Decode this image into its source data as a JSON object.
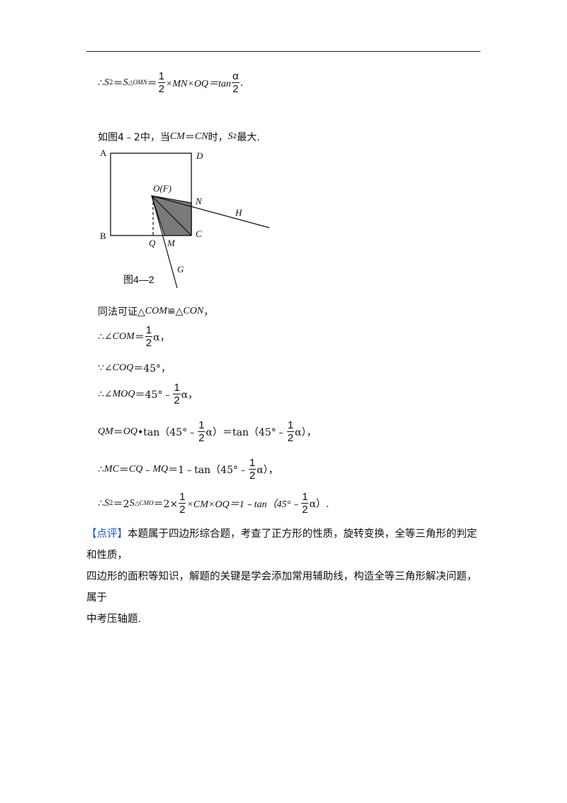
{
  "lines": {
    "l1": {
      "prefix": "∴",
      "s2": "S",
      "s2sub": "2",
      "eq1": "＝",
      "s": "S",
      "ssub": "△OMN",
      "eq2": "＝",
      "f1num": "1",
      "f1den": "2",
      "mid": "×MN×OQ＝tan",
      "f2num": "α",
      "f2den": "2",
      "end": "."
    },
    "l2": {
      "text1": "如图4﹣2中，当",
      "cm": "CM",
      "eq": "＝",
      "cn": "CN",
      "text2": "时，",
      "s2": "S",
      "s2sub": "2",
      "text3": "最大."
    },
    "l3": {
      "text1": "同法可证△",
      "com": "COM",
      "cong": "≌△",
      "con": "CON",
      "end": "，"
    },
    "l4": {
      "pre": "∴∠",
      "com": "COM",
      "eq": "＝",
      "fnum": "1",
      "fden": "2",
      "end": "α，"
    },
    "l5": {
      "pre": "∵∠",
      "coq": "COQ",
      "end": "＝45°，"
    },
    "l6": {
      "pre": "∴∠",
      "moq": "MOQ",
      "mid": "＝45°﹣",
      "fnum": "1",
      "fden": "2",
      "end": "α，"
    },
    "l7": {
      "qm": "QM",
      "eq": "＝",
      "oq": "OQ",
      "mid1": "•tan（45°﹣",
      "f1num": "1",
      "f1den": "2",
      "mid2": "α）＝tan（45°﹣",
      "f2num": "1",
      "f2den": "2",
      "end": "α），"
    },
    "l8": {
      "pre": "∴",
      "mc": "MC",
      "eq1": "＝",
      "cq": "CQ",
      "minus": "﹣",
      "mq": "MQ",
      "mid": "＝1﹣tan（45°﹣",
      "fnum": "1",
      "fden": "2",
      "end": "α），"
    },
    "l9": {
      "pre": "∴",
      "s2": "S",
      "s2sub": "2",
      "mid1": "＝2",
      "s": "S",
      "ssub": "△CMO",
      "mid2": "＝2×",
      "f1num": "1",
      "f1den": "2",
      "mid3": "×CM×OQ＝1﹣tan（45°﹣",
      "f2num": "1",
      "f2den": "2",
      "end": "α）."
    }
  },
  "figure": {
    "labels": {
      "A": "A",
      "D": "D",
      "O": "O(F)",
      "N": "N",
      "H": "H",
      "B": "B",
      "C": "C",
      "Q": "Q",
      "M": "M",
      "G": "G"
    },
    "caption": "图4—2",
    "shade_color": "#7a7a7a"
  },
  "comment": {
    "tag": "【点评】",
    "line1": "本题属于四边形综合题，考查了正方形的性质，旋转变换，全等三角形的判定和性质，",
    "line2": "四边形的面积等知识，解题的关键是学会添加常用辅助线，构造全等三角形解决问题，属于",
    "line3": "中考压轴题."
  }
}
